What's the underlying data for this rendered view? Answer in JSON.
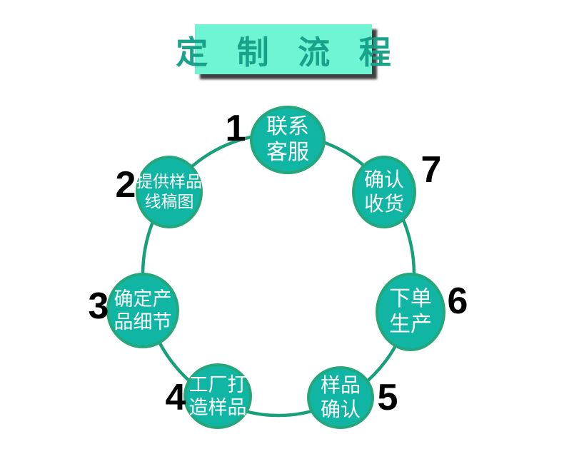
{
  "header": {
    "title": "定 制 流 程"
  },
  "diagram": {
    "type": "cycle",
    "description_layout": "seven-steps-on-ring"
  },
  "steps": [
    {
      "number": "1",
      "line1": "联系",
      "line2": "客服"
    },
    {
      "number": "2",
      "line1": "提供样品",
      "line2": "线稿图"
    },
    {
      "number": "3",
      "line1": "确定产",
      "line2": "品细节"
    },
    {
      "number": "4",
      "line1": "工厂打",
      "line2": "造样品"
    },
    {
      "number": "5",
      "line1": "样品",
      "line2": "确认"
    },
    {
      "number": "6",
      "line1": "下单",
      "line2": "生产"
    },
    {
      "number": "7",
      "line1": "确认",
      "line2": "收货"
    }
  ],
  "colors": {
    "banner_fill": "#6ff5d4",
    "banner_text": "#19a28a",
    "circle_fill": "#10b5a3",
    "circle_border": "#25a67b",
    "ring_color": "#17a079",
    "number_color": "#000000",
    "circle_text": "#ffffff"
  }
}
